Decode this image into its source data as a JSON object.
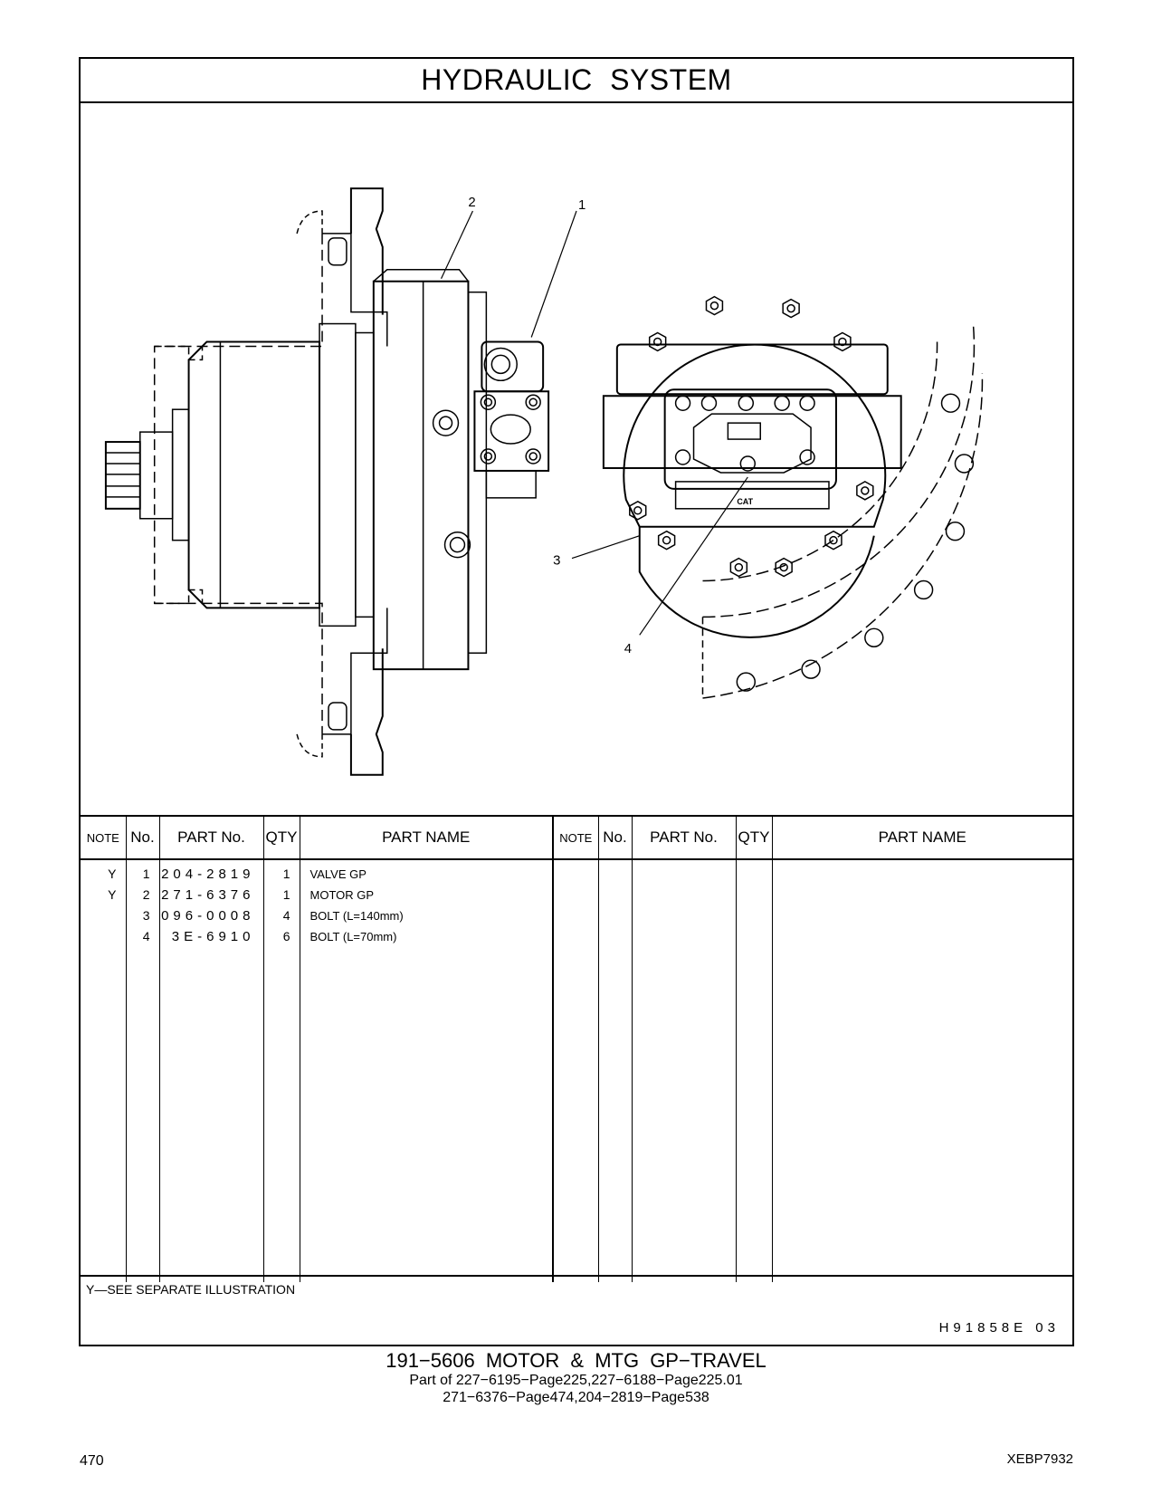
{
  "header": {
    "title": "HYDRAULIC   SYSTEM"
  },
  "illustration": {
    "callouts": [
      "1",
      "2",
      "3",
      "4"
    ],
    "logo_text": "CAT"
  },
  "table": {
    "columns": [
      "NOTE",
      "No.",
      "PART No.",
      "QTY",
      "PART NAME"
    ],
    "rows": [
      {
        "note": "Y",
        "no": "1",
        "part_no": "204-2819",
        "qty": "1",
        "name": "VALVE  GP"
      },
      {
        "note": "Y",
        "no": "2",
        "part_no": "271-6376",
        "qty": "1",
        "name": "MOTOR  GP"
      },
      {
        "note": "",
        "no": "3",
        "part_no": "096-0008",
        "qty": "4",
        "name": "BOLT (L=140mm)"
      },
      {
        "note": "",
        "no": "4",
        "part_no": "3E-6910",
        "qty": "6",
        "name": "BOLT (L=70mm)"
      }
    ]
  },
  "legend": "Y—SEE  SEPARATE  ILLUSTRATION",
  "illustration_code": "H91858E    03",
  "caption": {
    "line1": "191−5606   MOTOR  &  MTG  GP−TRAVEL",
    "line2": "Part of 227−6195−Page225,227−6188−Page225.01",
    "line3": "271−6376−Page474,204−2819−Page538"
  },
  "page_number": "470",
  "document_id": "XEBP7932"
}
